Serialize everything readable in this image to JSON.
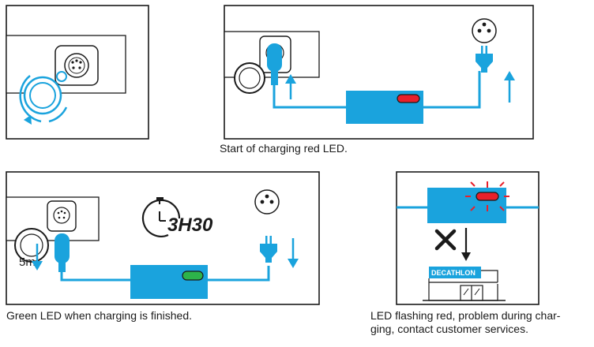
{
  "captions": {
    "start_charging": "Start of charging red LED.",
    "charging_finished": "Green LED when charging is finished.",
    "flashing_red_line1": "LED flashing red, problem during char-",
    "flashing_red_line2": "ging, contact customer services."
  },
  "timer_label": "3H30",
  "partial_label": "5m",
  "store_sign": "DECATHLON",
  "icons": [
    "connector-socket-icon",
    "rotate-arrow-icon",
    "plug-icon",
    "wall-socket-icon",
    "charger-box-icon",
    "stopwatch-icon",
    "up-arrow-icon",
    "down-arrow-icon",
    "cross-icon",
    "store-icon"
  ],
  "colors": {
    "accent": "#1aa3dd",
    "red_led": "#e8202a",
    "green_led": "#2db34a",
    "ink": "#1a1a1a"
  }
}
